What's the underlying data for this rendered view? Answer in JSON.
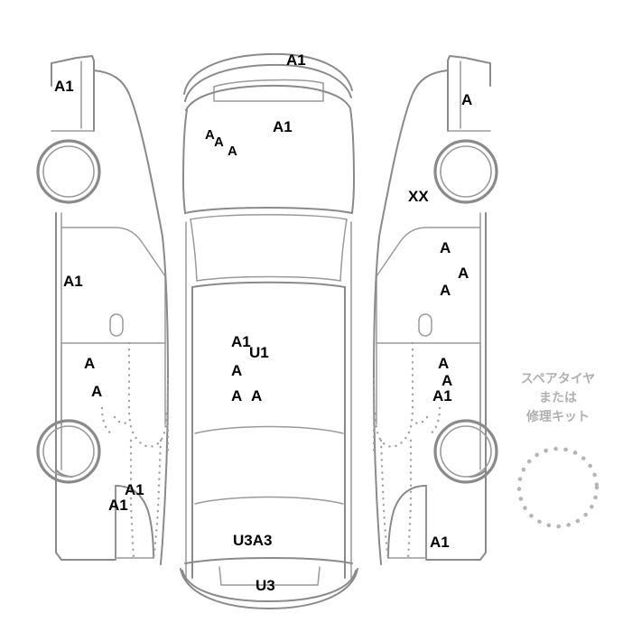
{
  "diagram": {
    "title": "vehicle-damage-map",
    "line_color": "#8a8a8a",
    "mark_color": "#000000",
    "spare_text_color": "#b0b0b0"
  },
  "spare_tire_note": {
    "line1": "スペアタイヤ",
    "line2": "または",
    "line3": "修理キット"
  },
  "marks": {
    "left_front_fender": "A1",
    "left_front_door": "A1",
    "left_rear_door_upper": "A",
    "left_rear_door_lower": "A",
    "left_rear_quarter_upper": "A1",
    "left_rear_quarter_lower": "A1",
    "front_bumper": "A1",
    "hood_left_1": "A",
    "hood_left_2": "A",
    "hood_left_3": "A",
    "hood_right": "A1",
    "roof_a1": "A1",
    "roof_u1": "U1",
    "roof_a_2": "A",
    "roof_a_3": "A",
    "roof_a_4": "A",
    "trunk": "U3A3",
    "rear_bumper": "U3",
    "right_front_fender": "A",
    "right_front_pillar": "XX",
    "right_front_door_1": "A",
    "right_front_door_2": "A",
    "right_front_door_3": "A",
    "right_rear_door_1": "A",
    "right_rear_door_2": "A",
    "right_rear_door_3": "A1",
    "right_rear_quarter": "A1"
  }
}
